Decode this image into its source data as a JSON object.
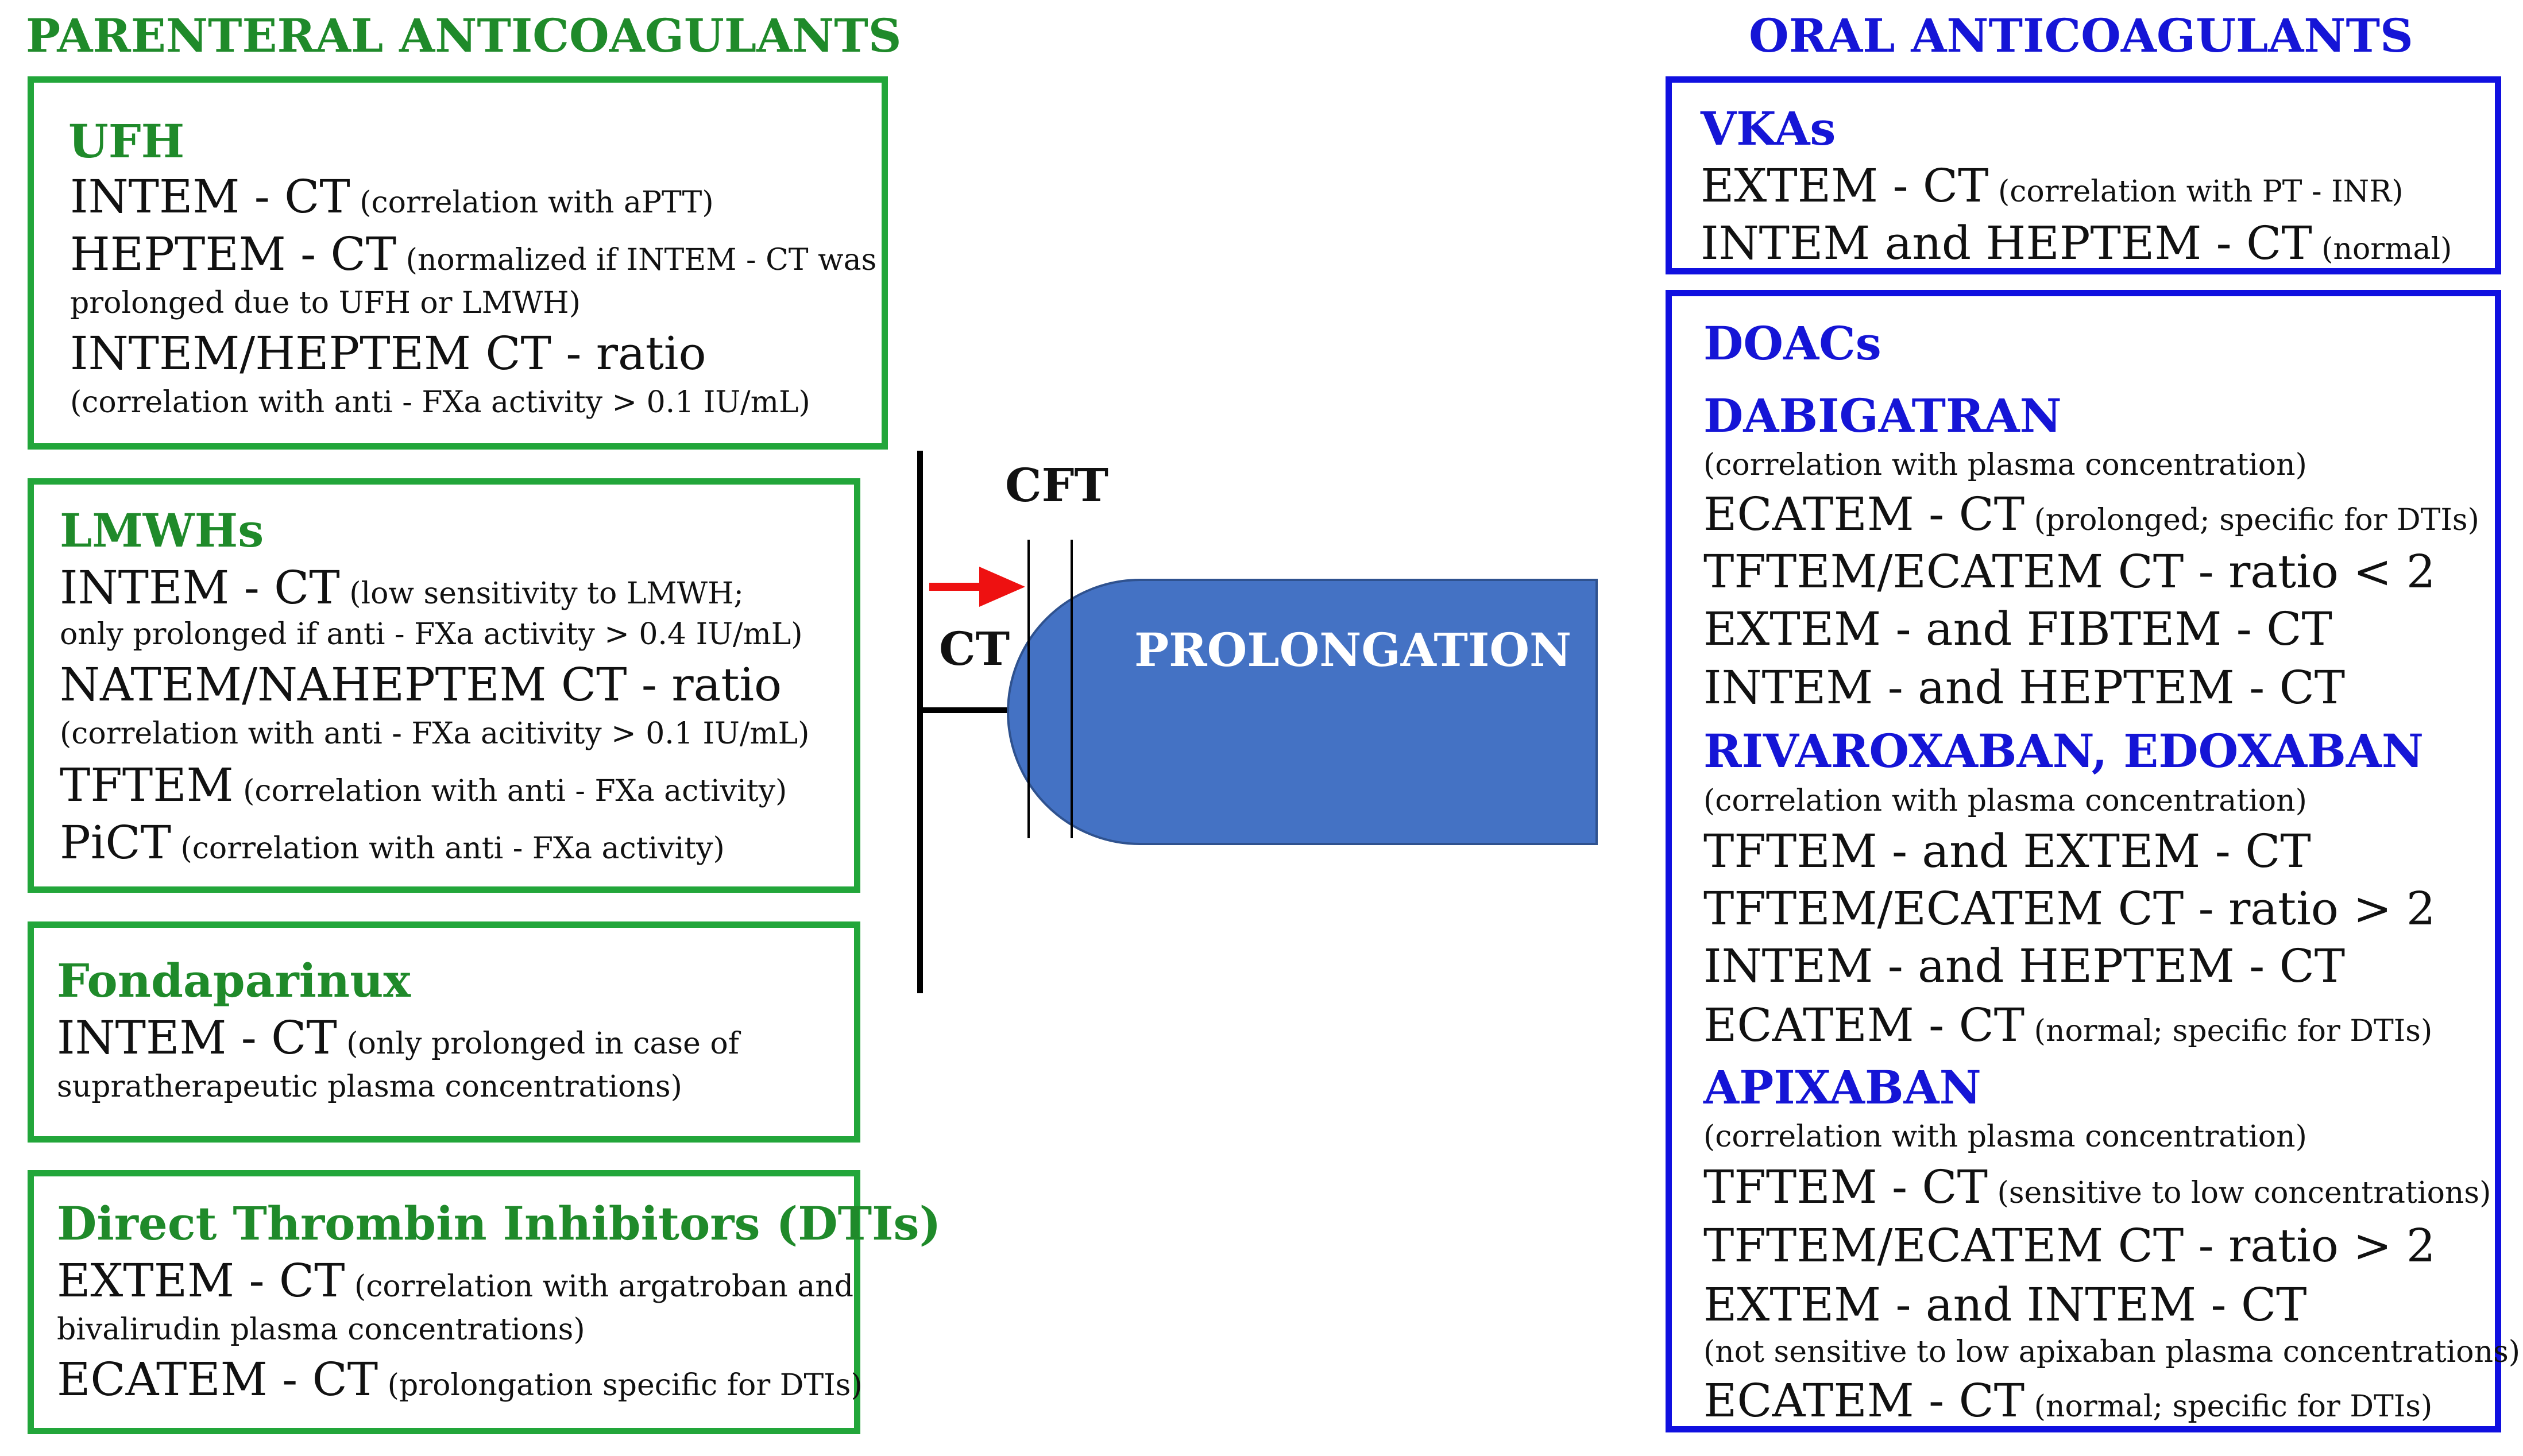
{
  "parenteral": {
    "title": "PARENTERAL ANTICOAGULANTS",
    "ufh": {
      "title": "UFH",
      "l1_main": "INTEM - CT",
      "l1_note": " (correlation with aPTT)",
      "l2_main": "HEPTEM - CT",
      "l2_note": " (normalized if INTEM - CT was",
      "l2_cont": "prolonged due to UFH or LMWH)",
      "l3_main": "INTEM/HEPTEM CT - ratio",
      "l3_note": "(correlation with anti - FXa activity > 0.1 IU/mL)"
    },
    "lmwh": {
      "title": "LMWHs",
      "l1_main": "INTEM - CT",
      "l1_note": " (low sensitivity to LMWH;",
      "l1_cont": "only prolonged if anti - FXa activity > 0.4 IU/mL)",
      "l2_main": "NATEM/NAHEPTEM CT - ratio",
      "l2_note": "(correlation with anti - FXa acitivity > 0.1 IU/mL)",
      "l3_main": "TFTEM",
      "l3_note": " (correlation with anti - FXa activity)",
      "l4_main": "PiCT",
      "l4_note": " (correlation with anti - FXa activity)"
    },
    "fonda": {
      "title": "Fondaparinux",
      "l1_main": "INTEM - CT",
      "l1_note": " (only prolonged in case of",
      "l1_cont": "supratherapeutic plasma concentrations)"
    },
    "dti": {
      "title": "Direct Thrombin Inhibitors (DTIs)",
      "l1_main": "EXTEM - CT",
      "l1_note": " (correlation with argatroban and",
      "l1_cont": "bivalirudin plasma concentrations)",
      "l2_main": "ECATEM - CT",
      "l2_note": " (prolongation specific for DTIs)"
    }
  },
  "center": {
    "cft_label": "CFT",
    "ct_label": "CT",
    "prolongation_label": "PROLONGATION",
    "arrow_color": "#ee1111",
    "shape_color": "#4472c4"
  },
  "oral": {
    "title": "ORAL ANTICOAGULANTS",
    "vka": {
      "title": "VKAs",
      "l1_main": "EXTEM - CT",
      "l1_note": " (correlation with PT - INR)",
      "l2_main": "INTEM and HEPTEM - CT",
      "l2_note": " (normal)"
    },
    "doac": {
      "title": "DOACs",
      "dabigatran": {
        "title": "DABIGATRAN",
        "note": "(correlation with plasma concentration)",
        "l1_main": "ECATEM - CT",
        "l1_note": " (prolonged; specific for DTIs)",
        "l2": "TFTEM/ECATEM CT - ratio < 2",
        "l3": "EXTEM - and FIBTEM - CT",
        "l4": "INTEM - and HEPTEM - CT"
      },
      "riva": {
        "title": "RIVAROXABAN, EDOXABAN",
        "note": "(correlation with plasma concentration)",
        "l1": "TFTEM - and EXTEM - CT",
        "l2": "TFTEM/ECATEM CT - ratio > 2",
        "l3": "INTEM - and HEPTEM - CT",
        "l4_main": "ECATEM - CT",
        "l4_note": " (normal; specific for DTIs)"
      },
      "apixaban": {
        "title": "APIXABAN",
        "note": "(correlation with plasma concentration)",
        "l1_main": "TFTEM - CT",
        "l1_note": " (sensitive to low concentrations)",
        "l2": "TFTEM/ECATEM CT - ratio > 2",
        "l3": "EXTEM - and INTEM - CT",
        "l3_note": "(not sensitive to low apixaban plasma concentrations)",
        "l4_main": "ECATEM - CT",
        "l4_note": " (normal; specific for DTIs)"
      }
    }
  },
  "colors": {
    "parenteral_green": "#1f8a2a",
    "oral_blue": "#1515d6"
  }
}
